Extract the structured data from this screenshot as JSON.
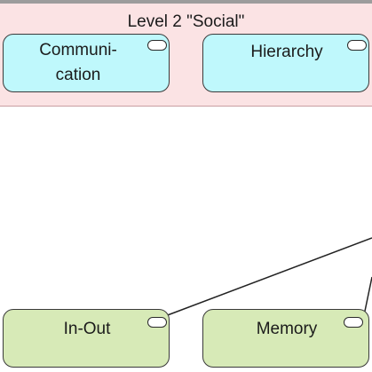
{
  "level": {
    "title": "Level 2 \"Social\""
  },
  "nodes": {
    "communication": "Communi-\ncation",
    "hierarchy": "Hierarchy",
    "inout": "In-Out",
    "memory": "Memory"
  },
  "colors": {
    "level_band": "#fbe3e4",
    "social_node": "#bff8fc",
    "basic_node": "#d7eab7",
    "border": "#3a3a3a"
  }
}
